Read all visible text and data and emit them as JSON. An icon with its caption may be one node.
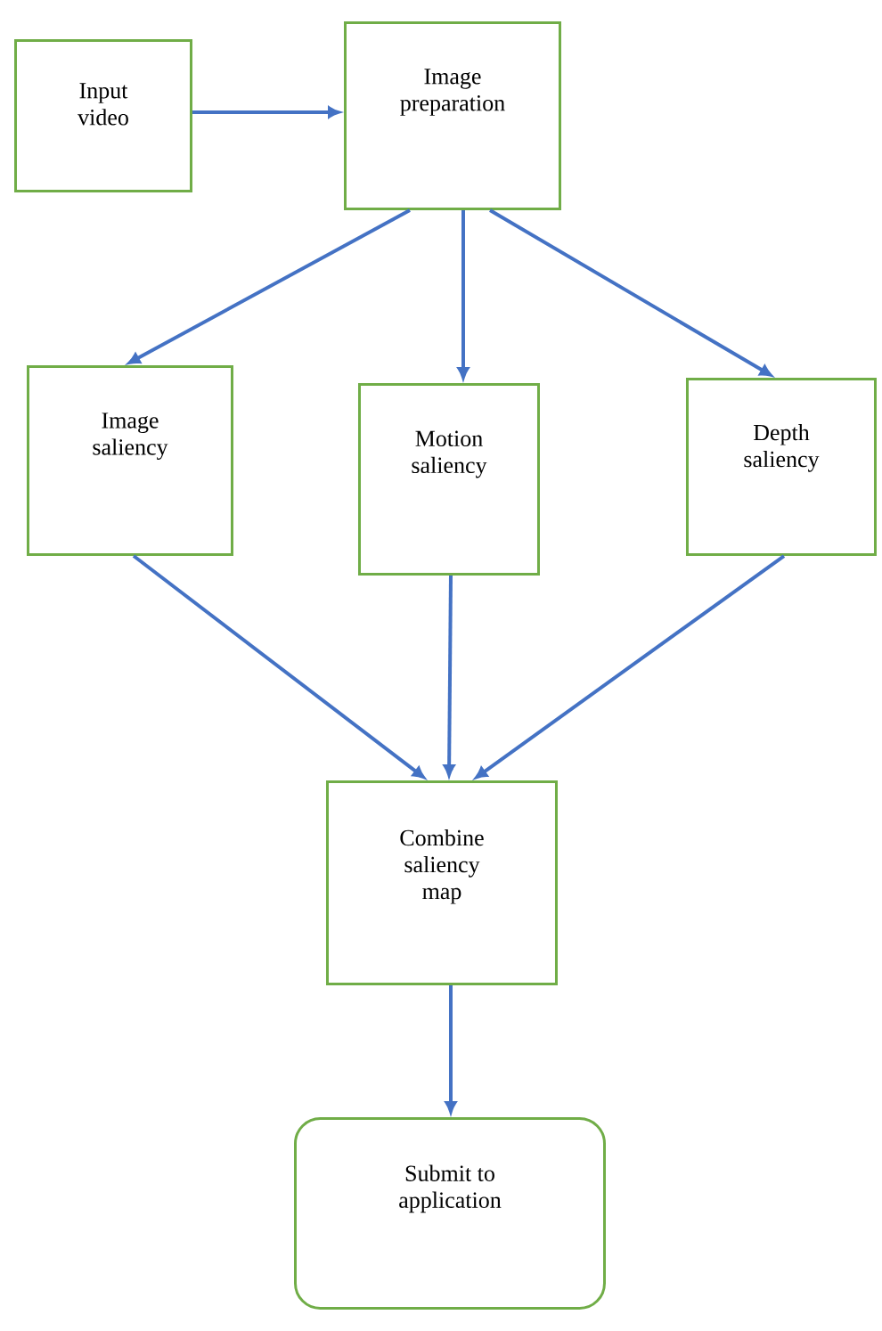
{
  "diagram": {
    "nodes": [
      {
        "text": [
          "Input video"
        ]
      },
      {
        "text": [
          "Image preparation"
        ]
      },
      {
        "text": [
          "Image saliency"
        ]
      },
      {
        "text": [
          "Motion saliency"
        ]
      },
      {
        "text": [
          "Depth saliency"
        ]
      },
      {
        "text": [
          "Combine saliency map"
        ]
      },
      {
        "text": [
          "Submit to application"
        ]
      }
    ],
    "edges": [
      {
        "from": 0,
        "to": 1,
        "arrow": "to"
      },
      {
        "from": 1,
        "to": 2,
        "arrow": "to"
      },
      {
        "from": 1,
        "to": 3,
        "arrow": "to"
      },
      {
        "from": 1,
        "to": 4,
        "arrow": "to"
      },
      {
        "from": 2,
        "to": 5,
        "arrow": "to"
      },
      {
        "from": 3,
        "to": 5,
        "arrow": "to"
      },
      {
        "from": 4,
        "to": 5,
        "arrow": "to"
      },
      {
        "from": 5,
        "to": 6,
        "arrow": "to"
      }
    ]
  }
}
